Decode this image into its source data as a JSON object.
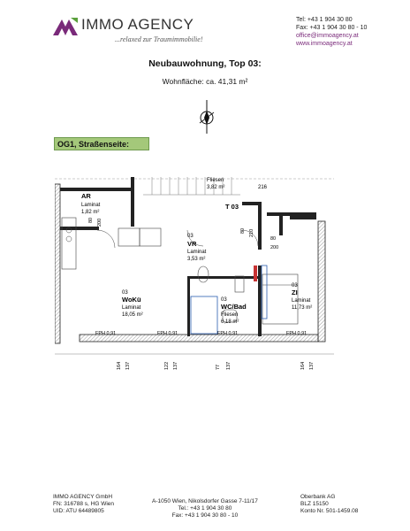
{
  "header": {
    "company_name": "IMMO AGENCY",
    "tagline": "...relaxed zur Traumimmobilie!",
    "contact": {
      "tel": "Tel:  +43 1 904 30 80",
      "fax": "Fax: +43 1 904 30 80 - 10",
      "email": "office@immoagency.at",
      "web": "www.immoagency.at"
    },
    "colors": {
      "brand": "#7a2a7a",
      "accent": "#5aa03c"
    }
  },
  "document": {
    "title": "Neubauwohnung, Top 03:",
    "area_text": "Wohnfläche: ca. 41,31 m²",
    "section_label": "OG1, Straßenseite:"
  },
  "plan": {
    "unit_label": "T 03",
    "rooms": [
      {
        "id": "ar",
        "name": "AR",
        "floor": "Laminat",
        "area": "1,82 m²"
      },
      {
        "id": "vr",
        "num": "03",
        "name": "VR",
        "floor": "Laminat",
        "area": "3,53 m²"
      },
      {
        "id": "woku",
        "num": "03",
        "name": "WoKü",
        "floor": "Laminat",
        "area": "18,05 m²"
      },
      {
        "id": "wc",
        "num": "03",
        "name": "WC/Bad",
        "floor": "Fliesen",
        "area": "6,18 m²"
      },
      {
        "id": "zi",
        "num": "03",
        "name": "ZI",
        "floor": "Laminat",
        "area": "11,73 m²"
      },
      {
        "id": "top",
        "floor": "Fliesen",
        "area": "3,82 m²",
        "extra": "216"
      }
    ],
    "window_labels": [
      "FPH 0,91",
      "FPH 0,91",
      "FPH 0,91",
      "FPH 0,91"
    ],
    "dims": {
      "ar_w": "80",
      "ar_h": "200",
      "vr_w": "80",
      "vr_h": "210",
      "zi_w": "80",
      "zi_h": "200",
      "bottom": [
        "164",
        "137",
        "122",
        "137",
        "77",
        "137",
        "164",
        "137"
      ]
    }
  },
  "footer": {
    "left": [
      "IMMO AGENCY GmbH",
      "FN: 316788 s, HG Wien",
      "UID: ATU 64489805"
    ],
    "center": [
      "A-1050 Wien, Nikolsdorfer Gasse 7-11/17",
      "Tel.: +43 1 904 30 80",
      "Fax: +43 1 904 30 80 - 10"
    ],
    "right": [
      "Oberbank AG",
      "BLZ 15150",
      "Konto Nr. 501-1459.08"
    ]
  }
}
